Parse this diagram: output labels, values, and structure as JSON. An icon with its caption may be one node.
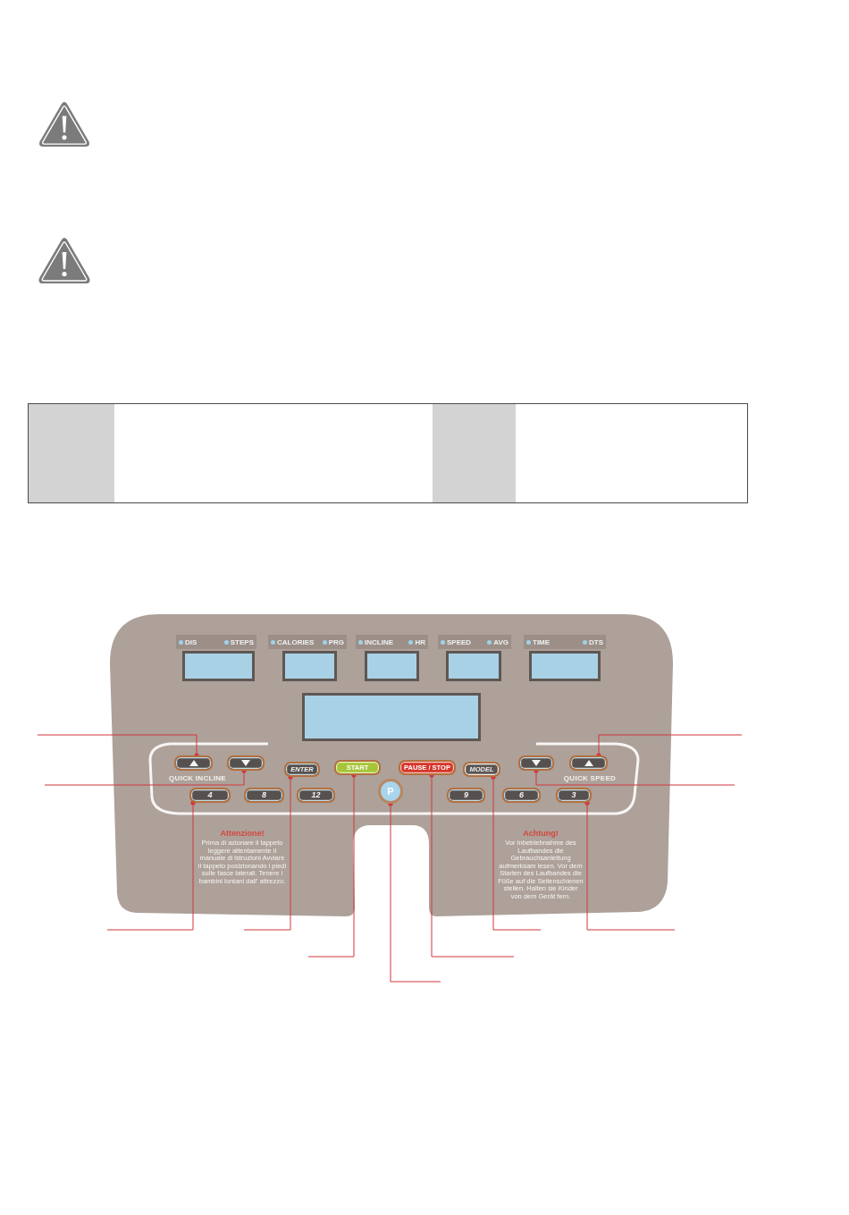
{
  "diagram": {
    "nodes": [
      {
        "text": [
          "QUICK INCLINE",
          "QUICK SPEED",
          "Attenzione!",
          "Prima di azionare il tappeto leggere attentamente il manuale di istruzioni Avviare il tappeto posizionando i piedi sulle fasce laterali. Tenere i bambini lontani dall' attrezzo.",
          "Achtung!",
          "Vor Inbetriebnahme des Laufbandes die Gebrauchsanleitung aufmerksam lesen. Vor dem Starten des Laufbandes die Füße auf die Seitenschienen stellen. Halten sie Kinder von dem Gerät fern."
        ]
      },
      {
        "text": [
          "DIS",
          "STEPS"
        ],
        "in": 0
      },
      {
        "text": [
          "CALORIES",
          "PRG"
        ],
        "in": 0
      },
      {
        "text": [
          "INCLINE",
          "HR"
        ],
        "in": 0
      },
      {
        "text": [
          "SPEED",
          "AVG"
        ],
        "in": 0
      },
      {
        "text": [
          "TIME",
          "DTS"
        ],
        "in": 0
      },
      {
        "text": [],
        "shape": "box",
        "in": 0
      },
      {
        "text": [],
        "shape": "box",
        "in": 0
      },
      {
        "text": [],
        "shape": "box",
        "in": 0
      },
      {
        "text": [],
        "shape": "box",
        "in": 0
      },
      {
        "text": [],
        "shape": "box",
        "in": 0
      },
      {
        "text": [],
        "shape": "box",
        "in": 0
      },
      {
        "text": [],
        "shape": "button",
        "in": 0
      },
      {
        "text": [],
        "shape": "button",
        "in": 0
      },
      {
        "text": [
          "ENTER"
        ],
        "in": 0
      },
      {
        "text": [
          "START"
        ],
        "in": 0
      },
      {
        "text": [
          "PAUSE / STOP"
        ],
        "in": 0
      },
      {
        "text": [
          "MODEL"
        ],
        "in": 0
      },
      {
        "text": [],
        "shape": "button",
        "in": 0
      },
      {
        "text": [],
        "shape": "button",
        "in": 0
      },
      {
        "text": [
          "4"
        ],
        "in": 0
      },
      {
        "text": [
          "8"
        ],
        "in": 0
      },
      {
        "text": [
          "12"
        ],
        "in": 0
      },
      {
        "text": [
          "P"
        ],
        "in": 0
      },
      {
        "text": [
          "9"
        ],
        "in": 0
      },
      {
        "text": [
          "6"
        ],
        "in": 0
      },
      {
        "text": [
          "3"
        ],
        "in": 0
      }
    ],
    "edges": [
      {
        "from": null,
        "to": 12,
        "arrow": "other"
      },
      {
        "from": null,
        "to": 13,
        "arrow": "other"
      },
      {
        "from": null,
        "to": 19,
        "arrow": "other"
      },
      {
        "from": null,
        "to": 18,
        "arrow": "other"
      },
      {
        "from": null,
        "to": 20,
        "arrow": "other"
      },
      {
        "from": null,
        "to": 14,
        "arrow": "other"
      },
      {
        "from": null,
        "to": 15,
        "arrow": "other"
      },
      {
        "from": null,
        "to": 23,
        "arrow": "other"
      },
      {
        "from": null,
        "to": 16,
        "arrow": "other"
      },
      {
        "from": null,
        "to": 17,
        "arrow": "other"
      },
      {
        "from": null,
        "to": 26,
        "arrow": "other"
      }
    ]
  }
}
